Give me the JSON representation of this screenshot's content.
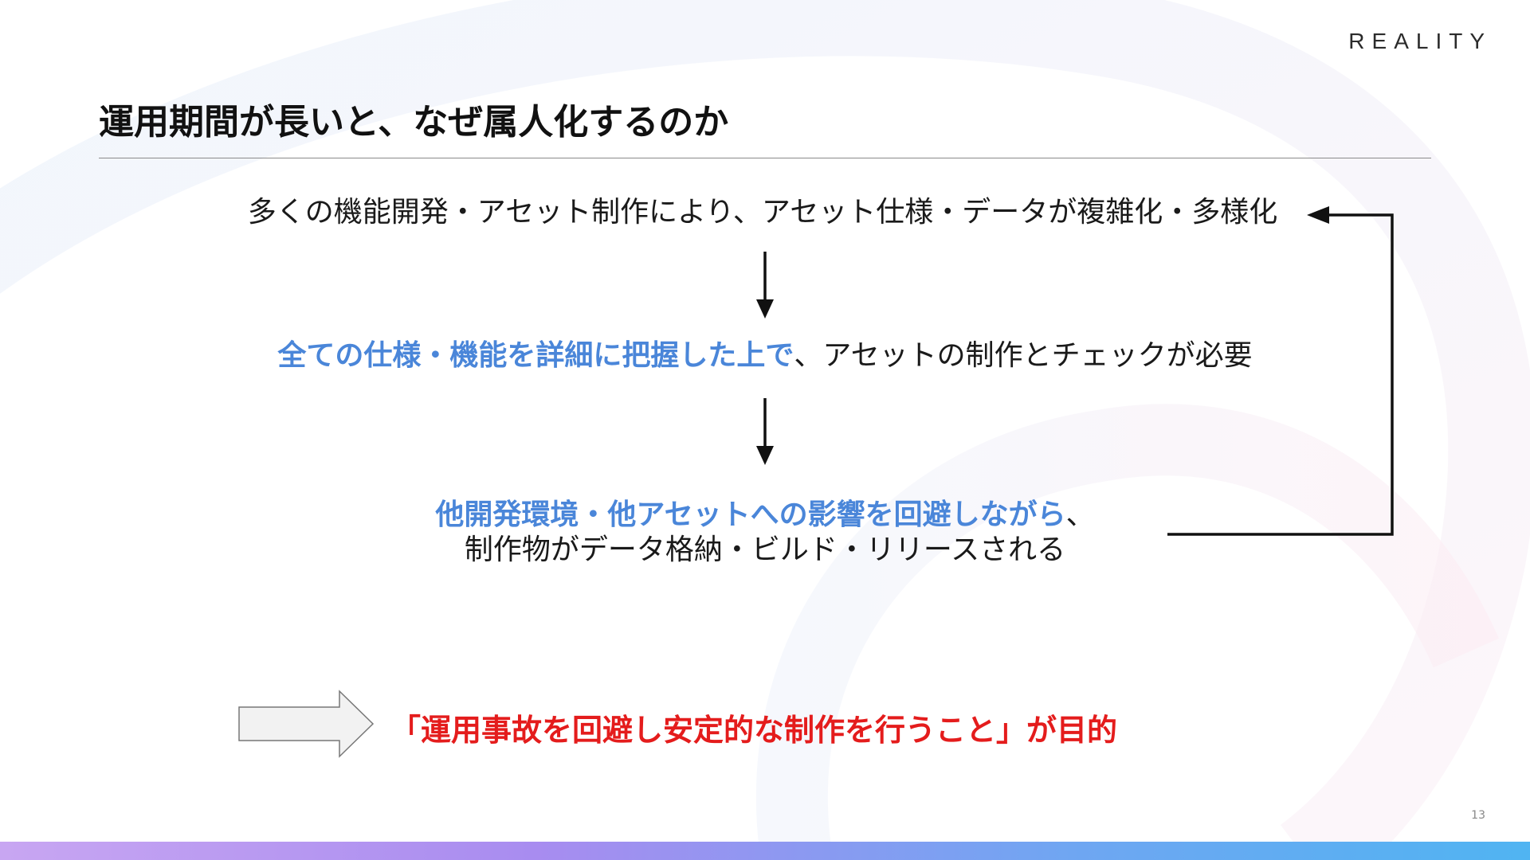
{
  "brand": {
    "logo": "REALITY"
  },
  "slide": {
    "title": "運用期間が長いと、なぜ属人化するのか",
    "page_number": "13"
  },
  "flow": {
    "step1": {
      "text": "多くの機能開発・アセット制作により、アセット仕様・データが複雑化・多様化"
    },
    "step2": {
      "highlight": "全ての仕様・機能を詳細に把握した上で",
      "rest": "、アセットの制作とチェックが必要"
    },
    "step3": {
      "highlight": "他開発環境・他アセットへの影響を回避しながら",
      "rest": "、",
      "line2": "制作物がデータ格納・ビルド・リリースされる"
    }
  },
  "conclusion": {
    "text": "「運用事故を回避し安定的な制作を行うこと」が目的"
  },
  "colors": {
    "highlight": "#4a86d9",
    "conclusion": "#e41c1c",
    "arrow": "#111111"
  }
}
